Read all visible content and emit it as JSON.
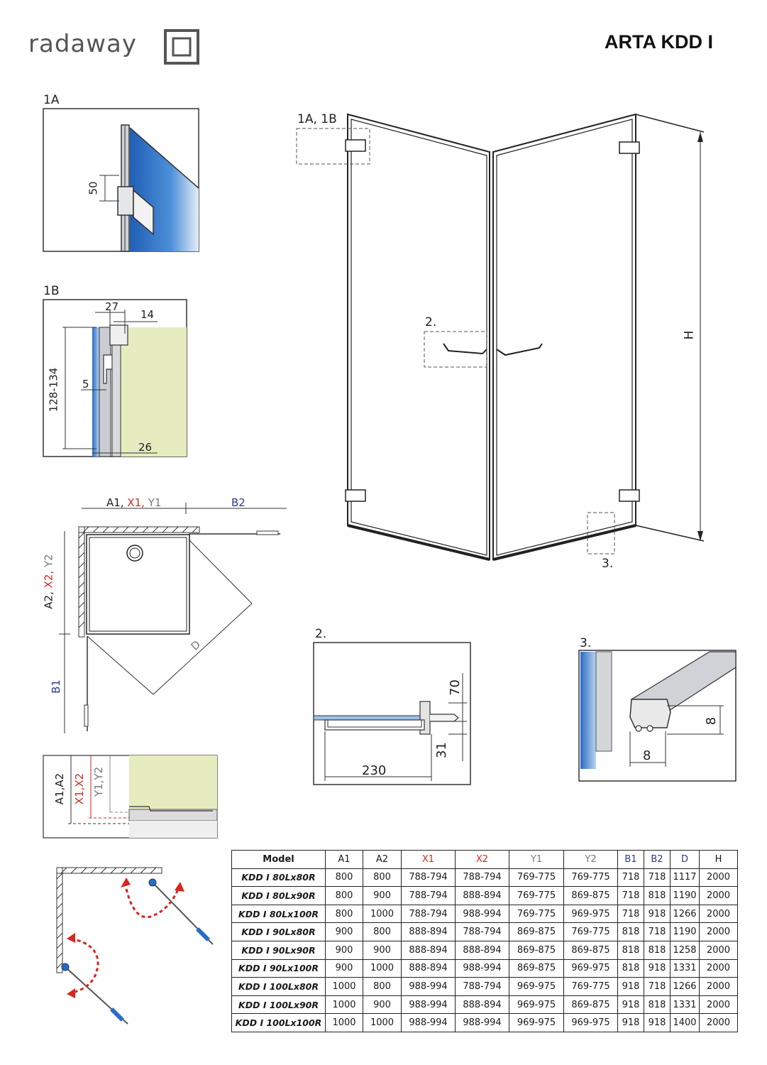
{
  "header": {
    "brand": "radaway",
    "model_title": "ARTA KDD I"
  },
  "details": {
    "d1a": {
      "label": "1A",
      "dim_height": "50"
    },
    "d1b": {
      "label": "1B",
      "dim_27": "27",
      "dim_14": "14",
      "dim_range": "128-134",
      "dim_5": "5",
      "dim_26": "26"
    },
    "main_callouts": {
      "top": "1A, 1B",
      "handle": "2.",
      "bottom": "3.",
      "height": "H"
    },
    "plan": {
      "top_label_parts": [
        "A1, ",
        "X1, ",
        "Y1"
      ],
      "right_label": "B2",
      "side_label_parts": [
        "A2, ",
        "X2, ",
        "Y2"
      ],
      "bottom_side_label": "B1",
      "diagonal": "D"
    },
    "profile": {
      "labels": [
        "A1,A2",
        "X1,X2",
        "Y1,Y2"
      ]
    },
    "d2": {
      "label": "2.",
      "dim_70": "70",
      "dim_31": "31",
      "dim_230": "230"
    },
    "d3": {
      "label": "3.",
      "dim_8a": "8",
      "dim_8b": "8"
    }
  },
  "colors": {
    "glass_blue": "#3a78c8",
    "wall_green": "#e6ecbf",
    "red": "#d7261e",
    "navy": "#2a3a8c",
    "gray": "#7a7a7a"
  },
  "spec_table": {
    "headers": [
      "Model",
      "A1",
      "A2",
      "X1",
      "X2",
      "Y1",
      "Y2",
      "B1",
      "B2",
      "D",
      "H"
    ],
    "rows": [
      [
        "KDD I 80Lx80R",
        "800",
        "800",
        "788-794",
        "788-794",
        "769-775",
        "769-775",
        "718",
        "718",
        "1117",
        "2000"
      ],
      [
        "KDD I 80Lx90R",
        "800",
        "900",
        "788-794",
        "888-894",
        "769-775",
        "869-875",
        "718",
        "818",
        "1190",
        "2000"
      ],
      [
        "KDD I 80Lx100R",
        "800",
        "1000",
        "788-794",
        "988-994",
        "769-775",
        "969-975",
        "718",
        "918",
        "1266",
        "2000"
      ],
      [
        "KDD I 90Lx80R",
        "900",
        "800",
        "888-894",
        "788-794",
        "869-875",
        "769-775",
        "818",
        "718",
        "1190",
        "2000"
      ],
      [
        "KDD I 90Lx90R",
        "900",
        "900",
        "888-894",
        "888-894",
        "869-875",
        "869-875",
        "818",
        "818",
        "1258",
        "2000"
      ],
      [
        "KDD I 90Lx100R",
        "900",
        "1000",
        "888-894",
        "988-994",
        "869-875",
        "969-975",
        "818",
        "918",
        "1331",
        "2000"
      ],
      [
        "KDD I 100Lx80R",
        "1000",
        "800",
        "988-994",
        "788-794",
        "969-975",
        "769-775",
        "918",
        "718",
        "1266",
        "2000"
      ],
      [
        "KDD I 100Lx90R",
        "1000",
        "900",
        "988-994",
        "888-894",
        "969-975",
        "869-875",
        "918",
        "818",
        "1331",
        "2000"
      ],
      [
        "KDD I 100Lx100R",
        "1000",
        "1000",
        "988-994",
        "988-994",
        "969-975",
        "969-975",
        "918",
        "918",
        "1400",
        "2000"
      ]
    ]
  }
}
